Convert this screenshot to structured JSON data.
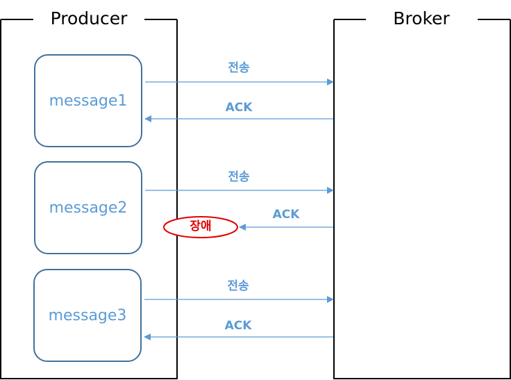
{
  "producer": {
    "title": "Producer",
    "messages": [
      "message1",
      "message2",
      "message3"
    ]
  },
  "broker": {
    "title": "Broker"
  },
  "exchanges": [
    {
      "send_label": "전송",
      "ack_label": "ACK",
      "ack_delivered": true
    },
    {
      "send_label": "전송",
      "ack_label": "ACK",
      "ack_delivered": false,
      "fault_label": "장애"
    },
    {
      "send_label": "전송",
      "ack_label": "ACK",
      "ack_delivered": true
    }
  ],
  "colors": {
    "arrow": "#5b9bd5",
    "box_border": "#41719c",
    "fault": "#e00000"
  }
}
